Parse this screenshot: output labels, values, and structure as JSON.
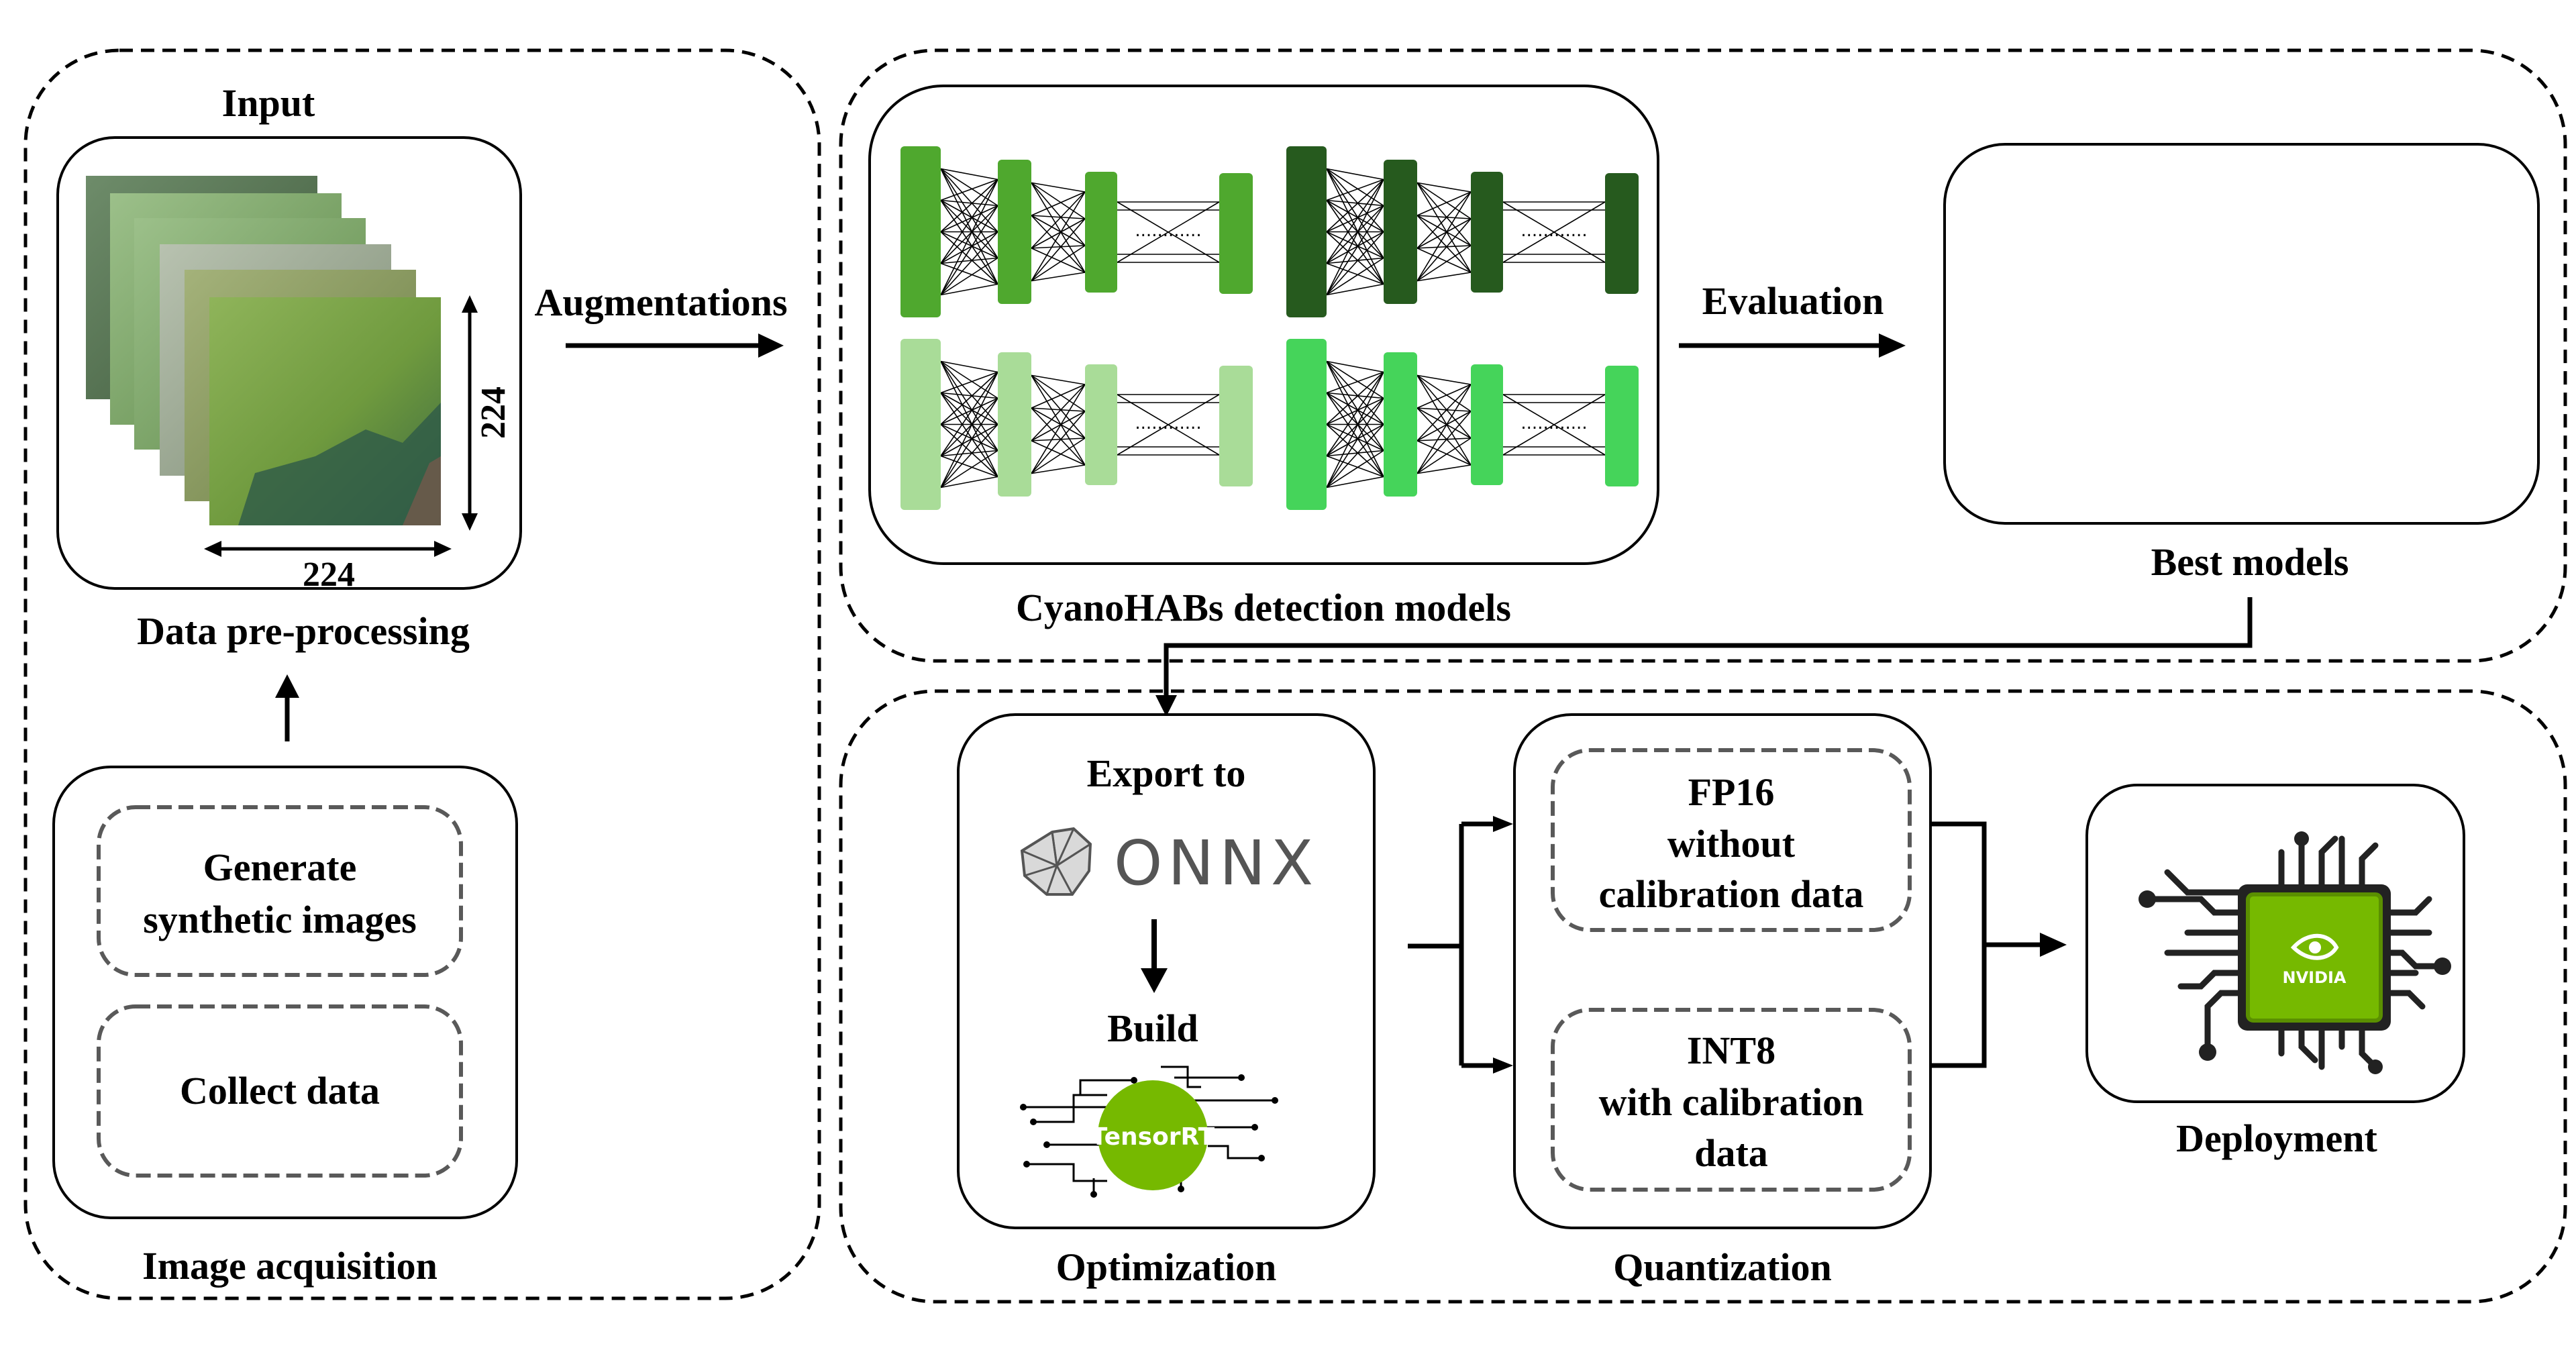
{
  "colors": {
    "nn_green_medium": "#4fa82e",
    "nn_green_dark": "#265a1e",
    "nn_green_light": "#a9dc98",
    "nn_green_bright": "#45d45a",
    "tensorrt_green": "#76b900",
    "nvidia_green": "#76b900",
    "dashed_border": "#000000",
    "inner_dashed_border": "#595959"
  },
  "image_acquisition": {
    "title": "Image acquisition",
    "generate_line1": "Generate",
    "generate_line2": "synthetic images",
    "collect": "Collect data"
  },
  "preprocessing": {
    "input_label": "Input",
    "dim_width": "224",
    "dim_height": "224",
    "title": "Data pre-processing"
  },
  "augmentations_label": "Augmentations",
  "models": {
    "title": "CyanoHABs detection models",
    "evaluation_label": "Evaluation",
    "best_title": "Best models",
    "ellipsis": "............"
  },
  "optimization": {
    "title": "Optimization",
    "export_label": "Export to",
    "onnx_logo_text": "ONNX",
    "build_label": "Build",
    "tensorrt_logo_text": "TensorRT"
  },
  "quantization": {
    "title": "Quantization",
    "fp16_line1": "FP16",
    "fp16_line2": "without",
    "fp16_line3": "calibration data",
    "int8_line1": "INT8",
    "int8_line2": "with calibration",
    "int8_line3": "data"
  },
  "deployment": {
    "title": "Deployment",
    "chip_logo_text": "NVIDIA"
  }
}
